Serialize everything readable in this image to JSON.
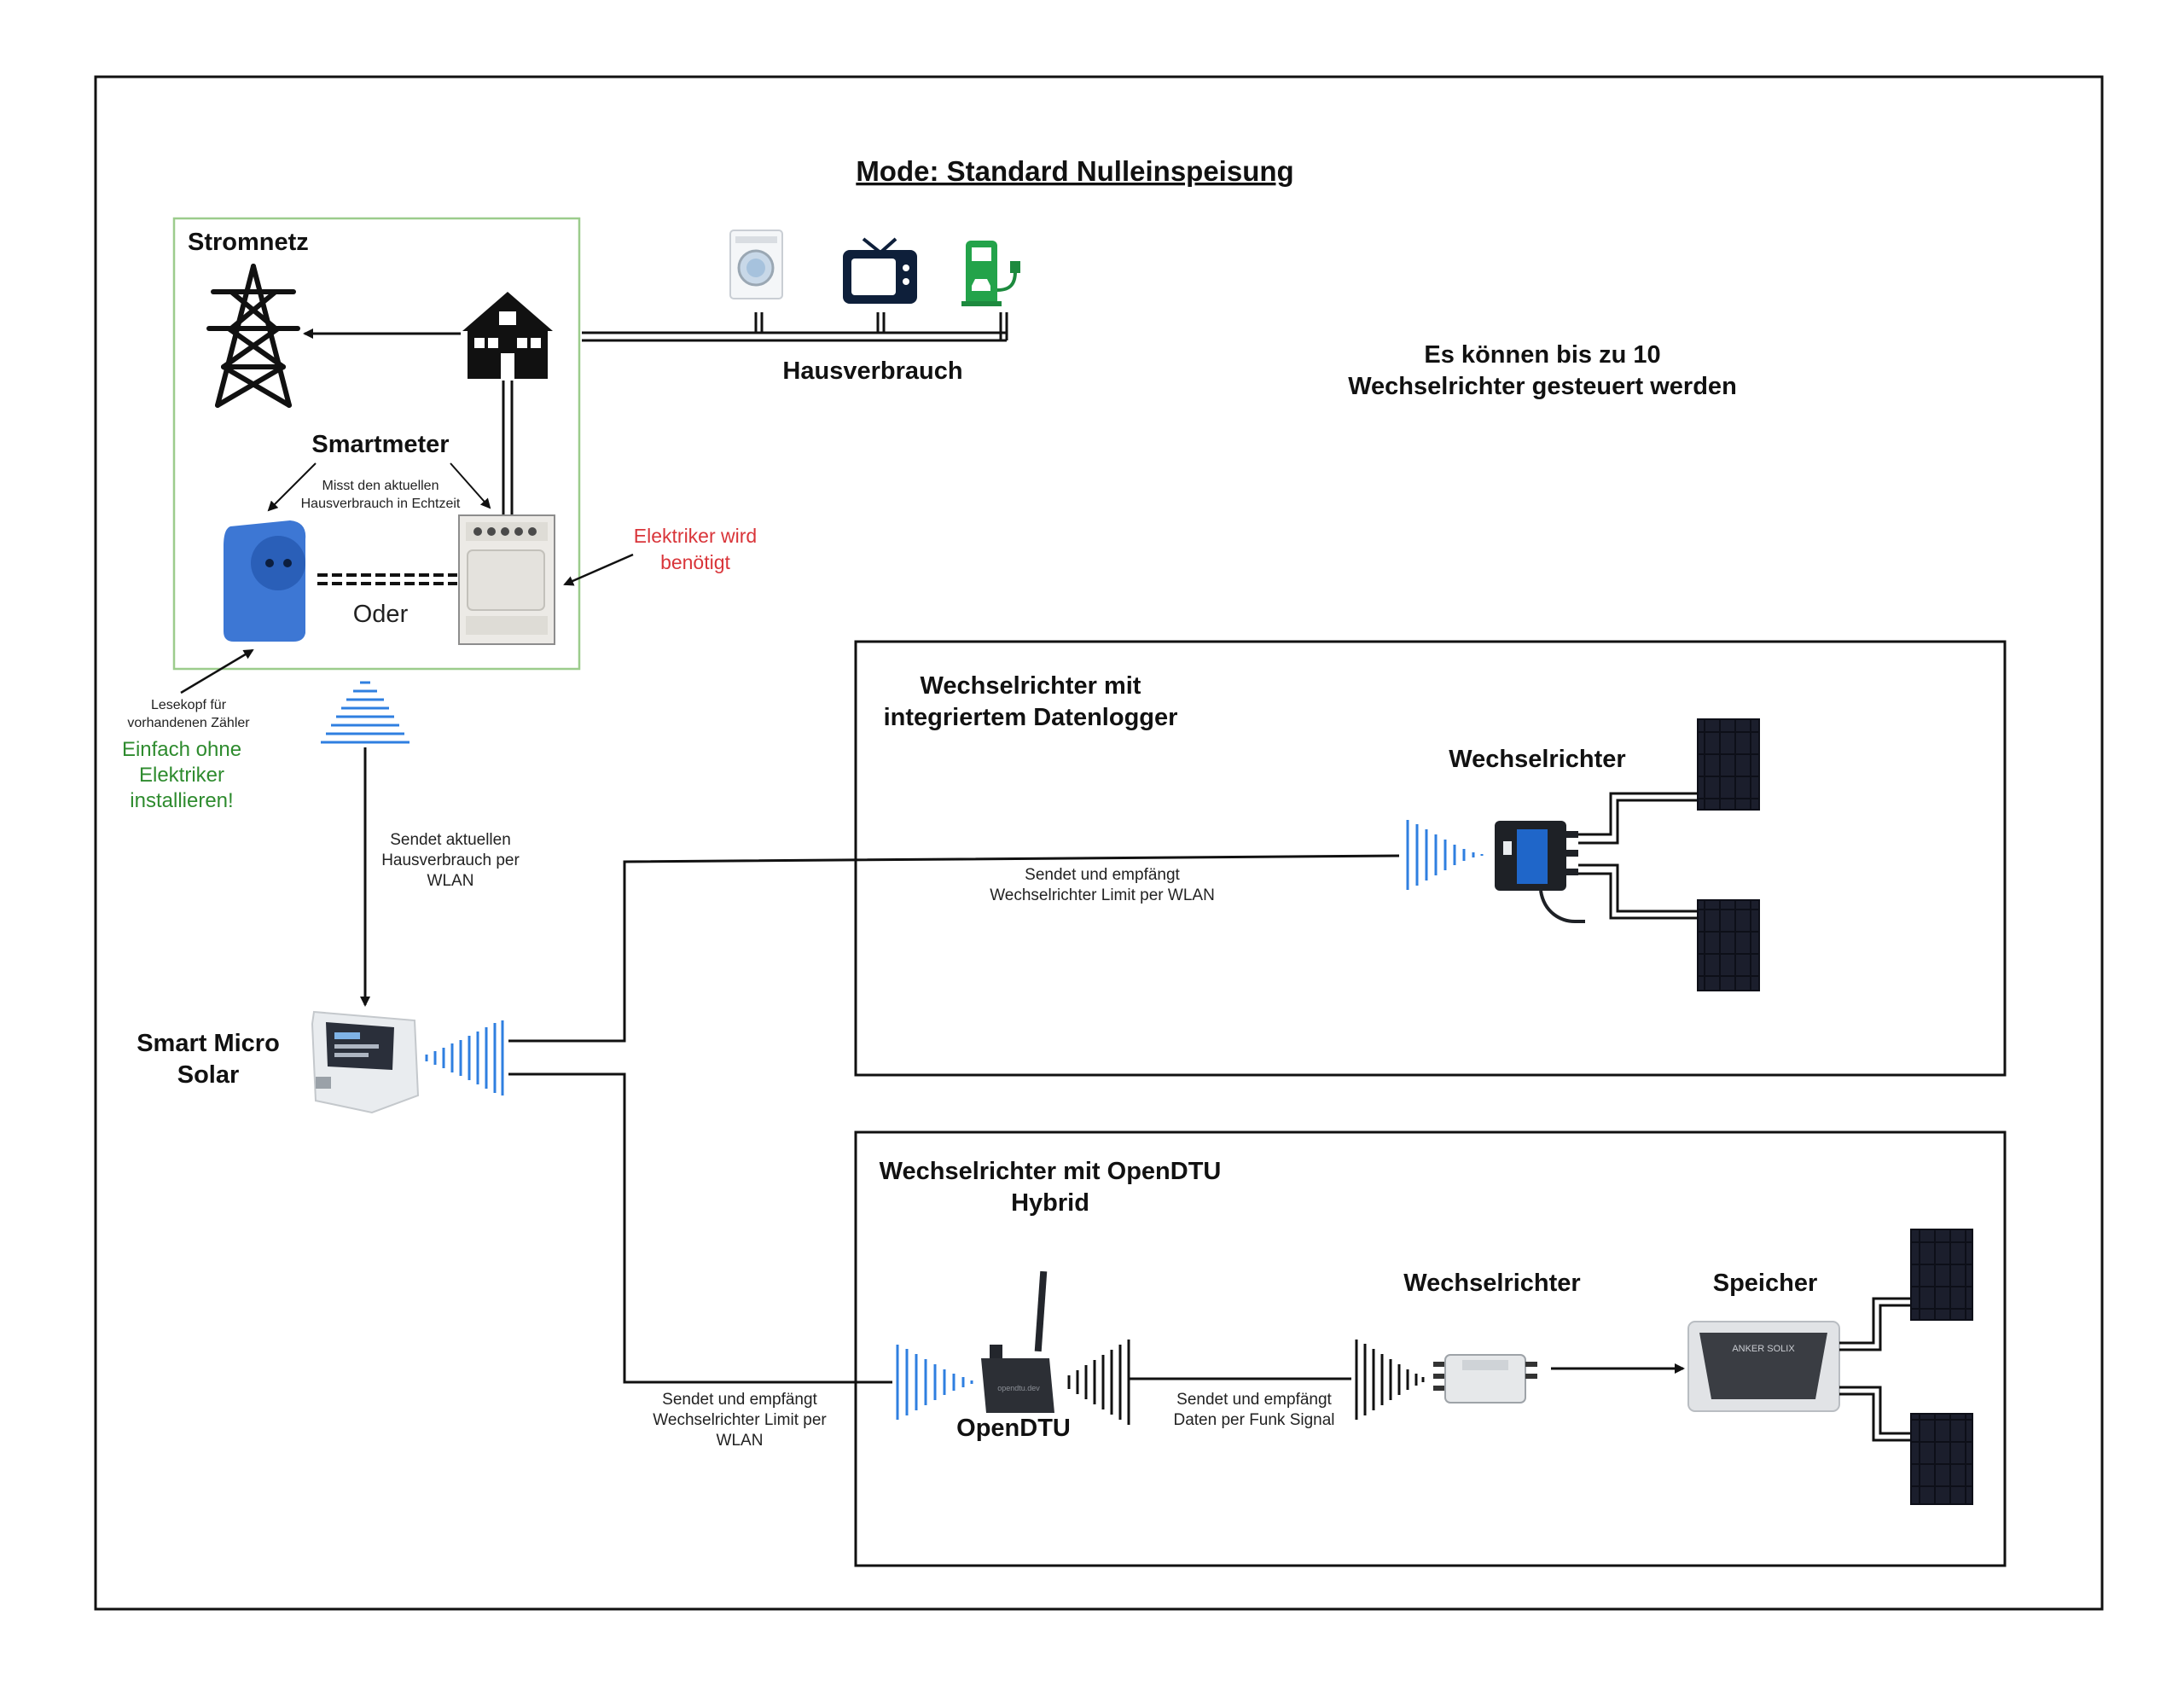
{
  "title": "Mode: Standard Nulleinspeisung",
  "grid_box": {
    "label": "Stromnetz"
  },
  "household": {
    "label": "Hausverbrauch"
  },
  "smartmeter": {
    "label": "Smartmeter",
    "description_line1": "Misst den aktuellen",
    "description_line2": "Hausverbrauch in Echtzeit",
    "or_label": "Oder"
  },
  "electrician_note": {
    "line1": "Elektriker wird",
    "line2": "benötigt"
  },
  "reader_head": {
    "line1": "Lesekopf für",
    "line2": "vorhandenen Zähler",
    "easy_line1": "Einfach ohne",
    "easy_line2": "Elektriker",
    "easy_line3": "installieren!"
  },
  "max_inverters": {
    "line1": "Es können bis zu 10",
    "line2": "Wechselrichter gesteuert werden"
  },
  "smartmeter_link": {
    "line1": "Sendet aktuellen",
    "line2": "Hausverbrauch per",
    "line3": "WLAN"
  },
  "controller": {
    "line1": "Smart Micro",
    "line2": "Solar"
  },
  "box_datalogger": {
    "title_line1": "Wechselrichter mit",
    "title_line2": "integriertem Datenlogger",
    "inverter_label": "Wechselrichter",
    "link_line1": "Sendet und empfängt",
    "link_line2": "Wechselrichter Limit per WLAN"
  },
  "box_opendtu": {
    "title_line1": "Wechselrichter mit OpenDTU",
    "title_line2": "Hybrid",
    "dtu_label": "OpenDTU",
    "inverter_label": "Wechselrichter",
    "storage_label": "Speicher",
    "link_wlan_line1": "Sendet und empfängt",
    "link_wlan_line2": "Wechselrichter Limit per",
    "link_wlan_line3": "WLAN",
    "link_radio_line1": "Sendet und empfängt",
    "link_radio_line2": "Daten per Funk Signal",
    "device_brand": "ANKER SOLIX",
    "dtu_caption": "opendtu.dev"
  },
  "colors": {
    "accent_blue": "#2f7fe0",
    "green_text": "#2e8b2e",
    "red_text": "#d9353a",
    "grid_box_border": "#9ccc8c",
    "outline": "#111111"
  }
}
